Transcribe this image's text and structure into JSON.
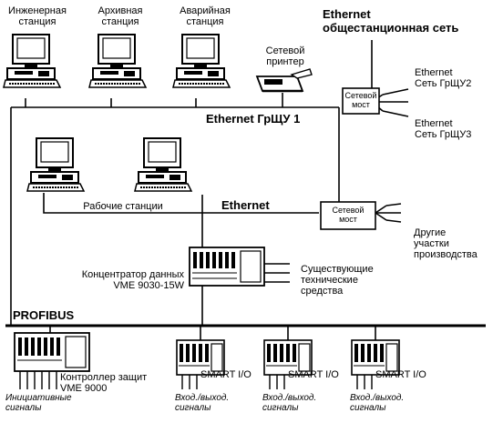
{
  "stations": {
    "engineering": "Инженерная\nстанция",
    "archive": "Архивная\nстанция",
    "emergency": "Аварийная\nстанция",
    "workstations": "Рабочие станции"
  },
  "printer": "Сетевой\nпринтер",
  "networks": {
    "ethernet_station": "Ethernet\nобщестанционная сеть",
    "ethernet_grshu1": "Ethernet ГрЩУ 1",
    "ethernet": "Ethernet",
    "ethernet_grshu2": "Ethernet\nСеть ГрЩУ2",
    "ethernet_grshu3": "Ethernet\nСеть ГрЩУ3",
    "profibus": "PROFIBUS"
  },
  "bridges": {
    "bridge1": "Сетевой\nмост",
    "bridge2": "Сетевой\nмост"
  },
  "other_sites": "Другие\nучастки\nпроизводства",
  "concentrator": "Концентратор данных\nVME 9030-15W",
  "existing_means": "Существующие\nтехнические\nсредства",
  "protection_controller": "Контроллер защит\nVME 9000",
  "initiative_signals": "Инициативные\nсигналы",
  "smart_io": [
    "SMART I/O",
    "SMART I/O",
    "SMART I/O"
  ],
  "io_signals": [
    "Вход./выход.\nсигналы",
    "Вход./выход.\nсигналы",
    "Вход./выход.\nсигналы"
  ]
}
